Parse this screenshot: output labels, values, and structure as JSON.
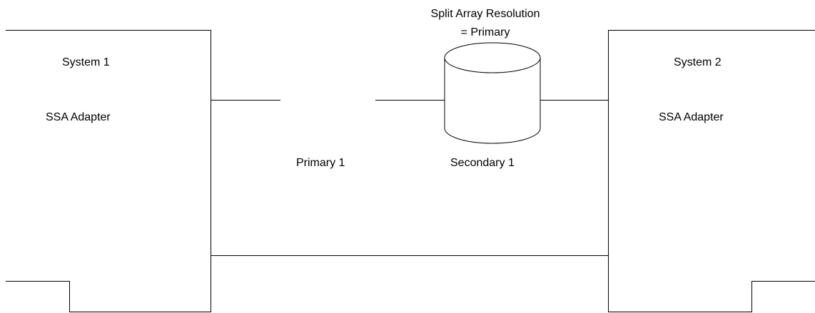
{
  "note": {
    "line1": "Split Array Resolution",
    "line2": "= Primary"
  },
  "system1": {
    "title": "System 1",
    "adapter": "SSA Adapter"
  },
  "system2": {
    "title": "System 2",
    "adapter": "SSA Adapter"
  },
  "disks": {
    "primary": "Primary 1",
    "secondary": "Secondary 1"
  },
  "colors": {
    "line": "#000000",
    "background": "#ffffff"
  }
}
